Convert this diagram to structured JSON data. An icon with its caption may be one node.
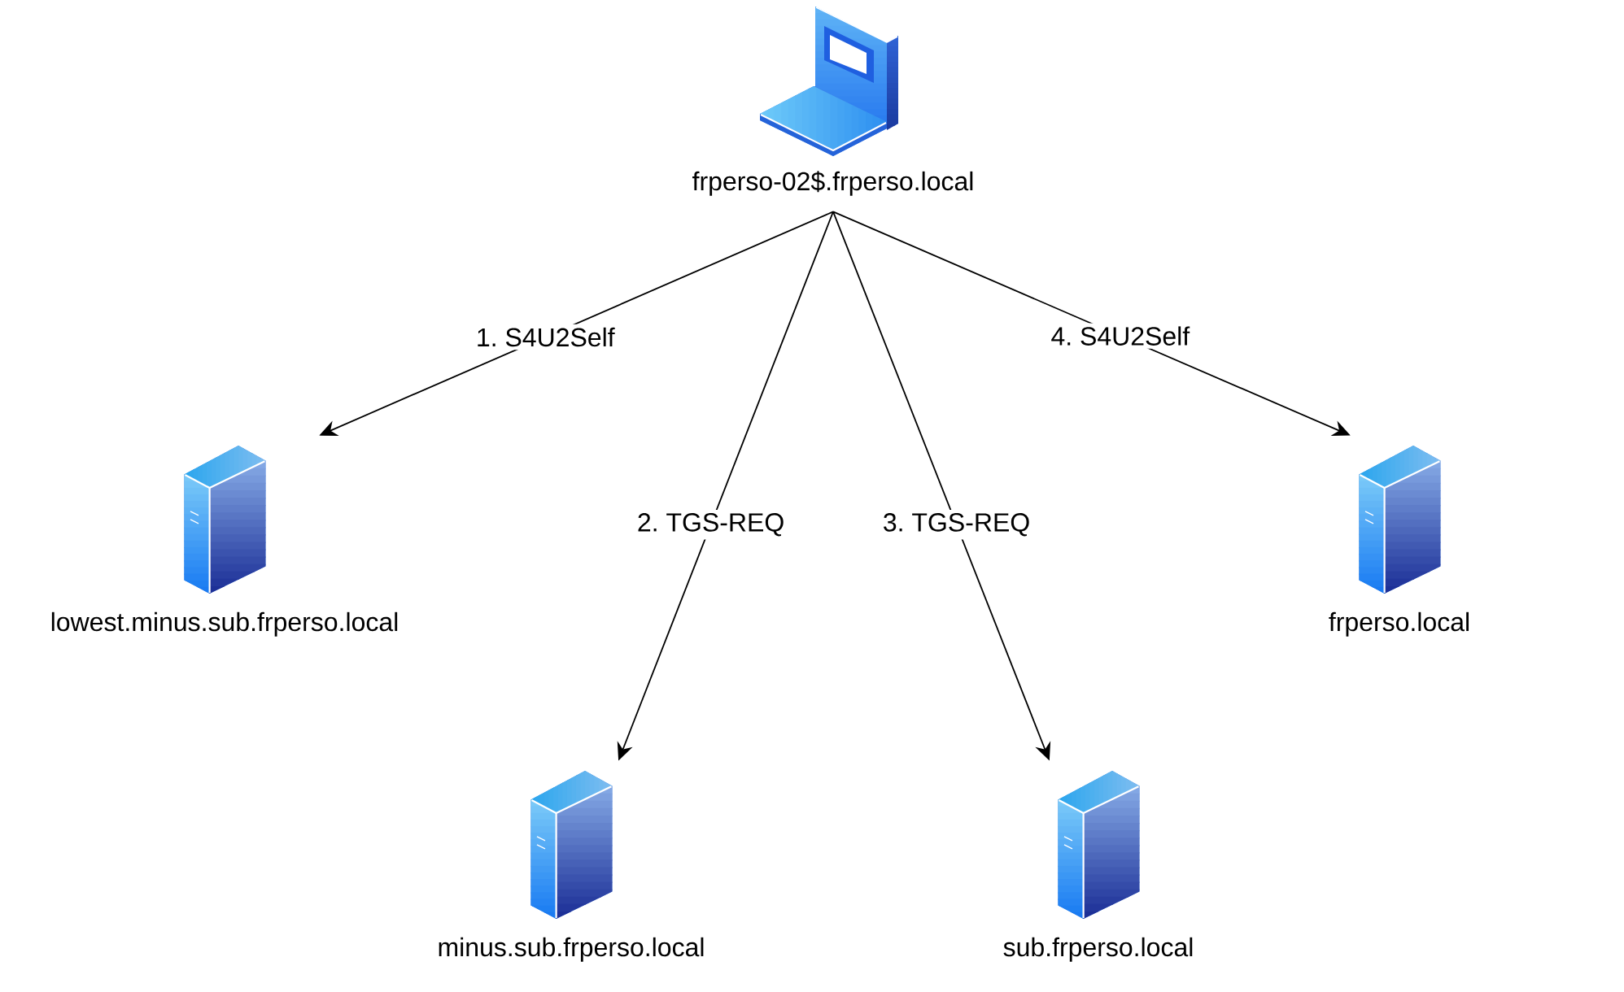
{
  "diagram": {
    "nodes": [
      {
        "text": [
          "frperso-02$.frperso.local"
        ]
      },
      {
        "text": [
          "lowest.minus.sub.frperso.local"
        ]
      },
      {
        "text": [
          "frperso.local"
        ]
      },
      {
        "text": [
          "minus.sub.frperso.local"
        ]
      },
      {
        "text": [
          "sub.frperso.local"
        ]
      }
    ],
    "edges": [
      {
        "from": 0,
        "to": 1,
        "arrow": "to",
        "label": "1. S4U2Self"
      },
      {
        "from": 0,
        "to": 3,
        "arrow": "to",
        "label": "2. TGS-REQ"
      },
      {
        "from": 0,
        "to": 4,
        "arrow": "to",
        "label": "3. TGS-REQ"
      },
      {
        "from": 0,
        "to": 2,
        "arrow": "to",
        "label": "4. S4U2Self"
      }
    ]
  }
}
